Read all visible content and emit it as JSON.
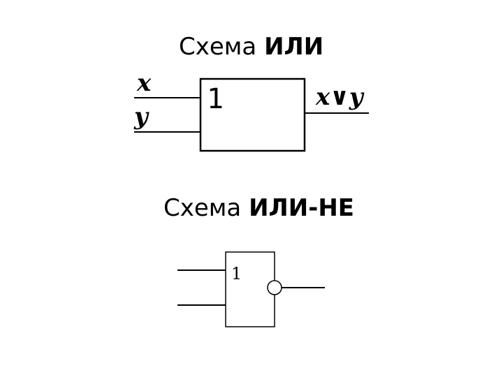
{
  "or_section": {
    "title_prefix": "Схема",
    "title_bold": "ИЛИ",
    "input_x": "x",
    "input_y": "y",
    "gate_symbol": "1",
    "output_label": "x∨y"
  },
  "nor_section": {
    "title_prefix": "Схема",
    "title_bold": "ИЛИ-НЕ",
    "gate_symbol": "1"
  }
}
